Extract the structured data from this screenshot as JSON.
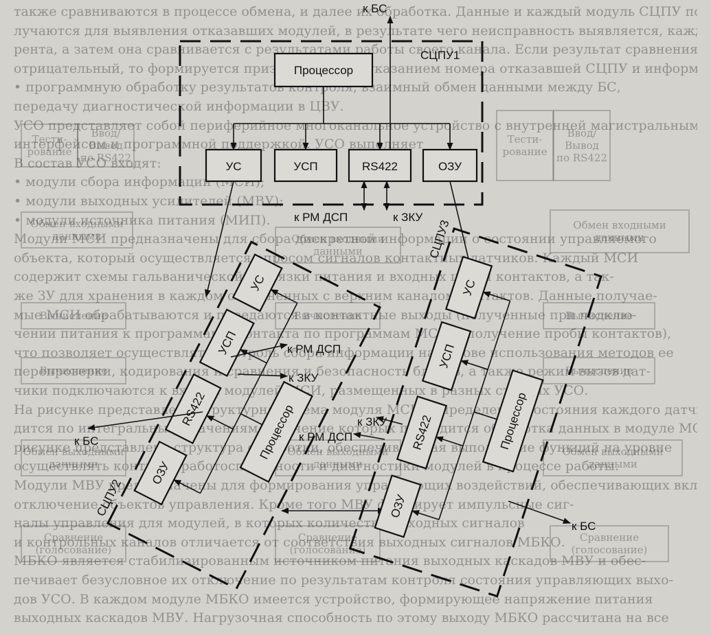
{
  "background_text": [
    "также сравниваются в процессе обмена, и далее их обработка. Данные и каждый модуль СЦПУ по-",
    "лучаются для выявления отказавших модулей, в результате чего неисправность выявляется, кажд-",
    "рента, а затем она сравнивается с результатами работы своего канала. Если результат сравнения",
    "отрицательный, то формируется признак отказа с указанием номера отказавшей СЦПУ и информации",
    "    • программную обработку результатов контроля, взаимный обмен данными между БС,",
    "передачу диагностической информации в ЦВУ.",
    "    УСО представляет собой периферийное многоканальное устройство с внутренней магистральным",
    "интерфейсом и программной поддержкой. УСО выполняет",
    "    В состав УСО входят:",
    "    • модули сбора информации (МСИ);",
    "    • модули выходных усилителей (МВУ);",
    "    • модули источника питания (МИП).",
    "    Модули МСИ предназначены для сбора дискретной информации о состоянии управляемого",
    "объекта, который осуществляется опросом сигналов контактных датчиков. Каждый МСИ",
    "содержит схемы гальванической развязки питания и входных цепей контактов, а так-",
    "же ЗУ для хранения в каждом соединенных с верхним каналом контактов. Данные получае-",
    "мые МСИ обрабатываются и передаются в контактные выходы (полученные при подклю-",
    "чении питания к программам с контакта по программам МСИ и получение пробы контактов),",
    "что позволяет осуществлять контроль сбора информации на основе использования методов ее",
    "перепроверки, кодирования и сравнения и безопасность блоков, а также режим вызов дат-",
    "чики подключаются к входам модулей МСИ, размещенных в разных стойках УСО.",
    "    На рисунке представлена структурная схема модуля МСИ. Определение состояния каждого датчика произво-",
    "дится по интегральным значениям, в течение которых проводится обработка данных в модуле МСИ. На",
    "рисунке представлена структура обработки, обеспечивающая выполнение функций на уровне",
    "осуществлять контроль работоспособности и диагностики модулей в процессе работы.",
    "    Модули МВУ предназначены для формирования управляющих воздействий, обеспечивающих включение или",
    "отключение объектов управления. Кроме того МВУ формирует импульсные сиг-",
    "налы управления для модулей, в которых количество выходных сигналов",
    "и контрольных каналов отличается от соответствия выходных сигналов МБКО.",
    "    МБКО является стабилизированным источником питания выходных каскадов МВУ и обес-",
    "печивает безусловное их отключение по результатам контроля состояния управляющих выхо-",
    "дов УСО. В каждом модуле МБКО имеется устройство, формирующее напряжение питания",
    "выходных каскадов МВУ. Нагрузочная способность по этому выходу МБКО рассчитана на все"
  ],
  "ghost_boxes": [
    "Тести-\nрование",
    "Ввод/\nВывод\nпо RS422",
    "Тести-\nрование",
    "Ввод/\nВывод\nпо RS422",
    "Обмен входными\nданными",
    "Обмен входными\nданными",
    "Обмен входными\nданными",
    "Вычисление",
    "Вычисление",
    "Вычисление",
    "Вычисление",
    "Вычисление",
    "Обмен выходными\nданными",
    "Обмен выходными\nданными",
    "Обмен выходными\nданными",
    "Сравнение\n(голосование)",
    "Сравнение\n(голосование)",
    "Сравнение\n(голосование)"
  ],
  "diagram": {
    "unit1": {
      "name": "СЦПУ1",
      "processor": "Процессор",
      "modules": [
        "УС",
        "УСП",
        "RS422",
        "ОЗУ"
      ],
      "ext_bs": "к БС",
      "ext_rm_dsp": "к РМ ДСП",
      "ext_zku": "к ЗКУ"
    },
    "unit2": {
      "name": "СЦПУ2",
      "processor": "Процессор",
      "modules": [
        "ОЗУ",
        "RS422",
        "УСП",
        "УС"
      ],
      "ext_bs": "к БС",
      "ext_rm_dsp": "к РМ ДСП",
      "ext_zku": "к ЗКУ"
    },
    "unit3": {
      "name": "СЦПУ3",
      "processor": "Процессор",
      "modules": [
        "УС",
        "УСП",
        "RS422",
        "ОЗУ"
      ],
      "ext_bs": "к БС",
      "ext_rm_dsp": "к РМ ДСП",
      "ext_zku": "к ЗКУ"
    }
  }
}
